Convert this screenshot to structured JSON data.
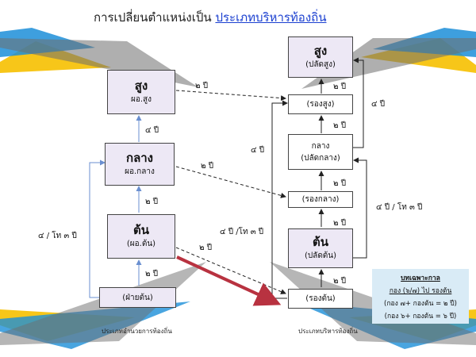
{
  "title": {
    "prefix": "การเปลี่ยนตำแหน่งเป็น",
    "link": "ประเภทบริหารท้องถิ่น"
  },
  "left": {
    "high": {
      "main": "สูง",
      "sub": "ผอ.สูง"
    },
    "mid": {
      "main": "กลาง",
      "sub": "ผอ.กลาง"
    },
    "low": {
      "main": "ต้น",
      "sub": "(ผอ.ต้น)"
    },
    "entry": {
      "main": "(ฝ่ายต้น)"
    },
    "footer": "ประเภทอำนวยการท้องถิ่น"
  },
  "right": {
    "high": {
      "main": "สูง",
      "sub": "(ปลัดสูง)"
    },
    "deputy_high": {
      "main": "(รองสูง)"
    },
    "mid": {
      "main": "กลาง",
      "sub": "(ปลัดกลาง)"
    },
    "deputy_mid": {
      "main": "(รองกลาง)"
    },
    "low": {
      "main": "ต้น",
      "sub": "(ปลัดต้น)"
    },
    "deputy_low": {
      "main": "(รองต้น)"
    },
    "footer": "ประเภทบริหารท้องถิ่น"
  },
  "labels": {
    "l_entry_low": "๒ ปี",
    "l_low_mid": "๒ ปี",
    "l_mid_high": "๔ ปี",
    "l_left_side": "๔ / โท ๓ ปี",
    "x_high": "๒ ปี",
    "x_mid": "๒ ปี",
    "x_low": "๒ ปี",
    "x_low_alt": "๔ ปี /โท ๓ ปี",
    "r_4yr": "๔ ปี",
    "r_dh_h": "๒ ปี",
    "r_m_dh": "๒ ปี",
    "r_dm_m": "๒ ปี",
    "r_l_dm": "๒ ปี",
    "r_dl_l": "๒ ปี",
    "r_outer_high": "๔ ปี",
    "r_outer_mid": "๔ ปี / โท ๓ ปี"
  },
  "note": {
    "heading": "บทเฉพาะกาล",
    "line1": "กอง (๖/๗) ไป รองต้น",
    "line2": "(กอง ๗+ กองต้น  = ๒ ปี)",
    "line3": "(กอง ๖+ กองต้น  = ๖ ปี)"
  },
  "colors": {
    "title_link": "#1a3fd0",
    "box_fill_left": "#ede8f5",
    "note_fill": "#d9ebf6",
    "connector_blue": "#6a8fd0",
    "highlight_arrow": "#b83240",
    "deco_yellow": "#f6c000",
    "deco_blue": "#1c8ed8"
  }
}
